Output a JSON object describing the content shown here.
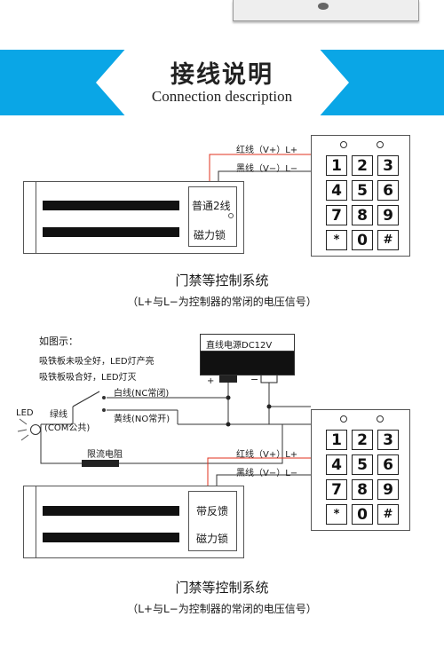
{
  "banner": {
    "title": "接线说明",
    "subtitle": "Connection description",
    "color": "#0aa6e6"
  },
  "diagram1": {
    "wire_red": "红线（V+）L+",
    "wire_black": "黑线（V−）L−",
    "lock_type": "普通2线",
    "lock_name": "磁力锁",
    "caption": "门禁等控制系统",
    "note": "（L+与L−为控制器的常闭的电压信号）"
  },
  "diagram2": {
    "example_title": "如图示：",
    "example_line1": "吸铁板未吸全好，LED灯产亮",
    "example_line2": "吸铁板吸合好，LED灯灭",
    "power_label": "直线电源DC12V",
    "power_plus": "+",
    "power_minus": "−",
    "white_wire": "白线(NC常闭)",
    "yellow_wire": "黄线(NO常开)",
    "led_label": "LED",
    "green_wire": "绿线",
    "com_label": "(COM公共)",
    "resistor_label": "限流电阻",
    "wire_red": "红线（V+）L+",
    "wire_black": "黑线（V−）L−",
    "lock_type": "带反馈",
    "lock_name": "磁力锁",
    "caption": "门禁等控制系统",
    "note": "（L+与L−为控制器的常闭的电压信号）"
  },
  "keypad": {
    "keys": [
      "1",
      "2",
      "3",
      "4",
      "5",
      "6",
      "7",
      "8",
      "9",
      "*",
      "0",
      "#"
    ]
  },
  "colors": {
    "red_wire": "#e0301e",
    "line": "#333333"
  }
}
